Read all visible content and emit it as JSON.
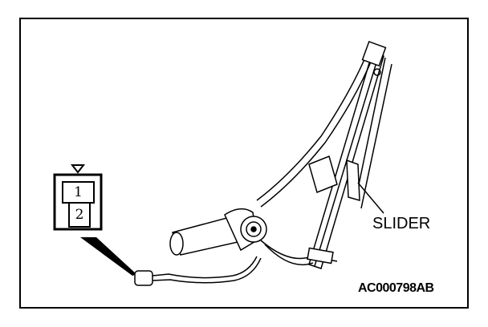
{
  "labels": {
    "slider": "SLIDER",
    "figure_code": "AC000798AB"
  },
  "connector": {
    "pins": [
      "1",
      "2"
    ]
  }
}
